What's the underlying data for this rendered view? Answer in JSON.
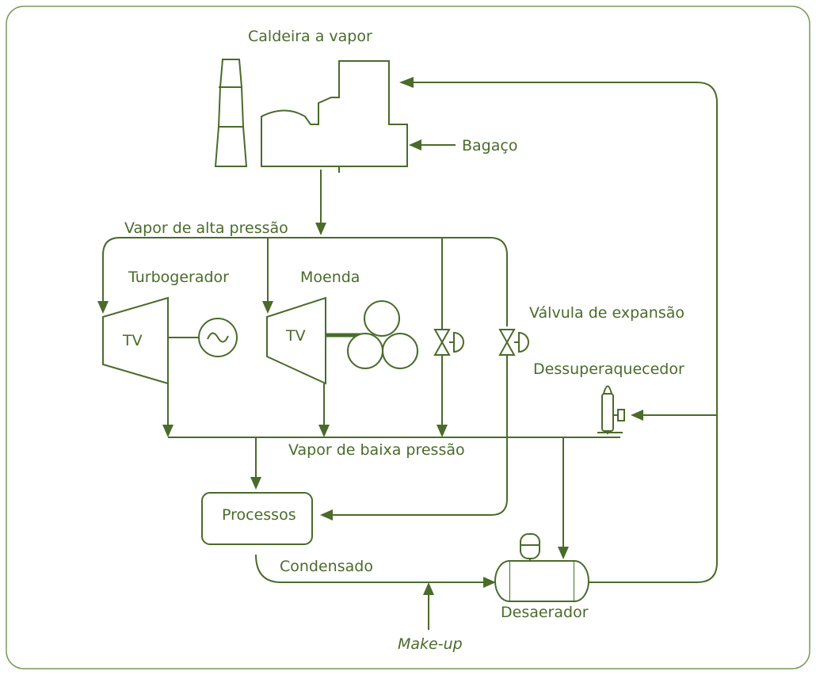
{
  "title": "Caldeira a vapor",
  "labels": {
    "bagaco": "Bagaço",
    "vapor_alta": "Vapor de alta pressão",
    "turbogerador": "Turbogerador",
    "moenda": "Moenda",
    "tv1": "TV",
    "tv2": "TV",
    "valvula_expansao": "Válvula de expansão",
    "dessuperaquecedor": "Dessuperaquecedor",
    "vapor_baixa": "Vapor de baixa pressão",
    "processos": "Processos",
    "condensado": "Condensado",
    "desaerador": "Desaerador",
    "make_up": "Make-up"
  },
  "colors": {
    "line": "#4a6b2a",
    "frame": "#7a9a5a"
  }
}
